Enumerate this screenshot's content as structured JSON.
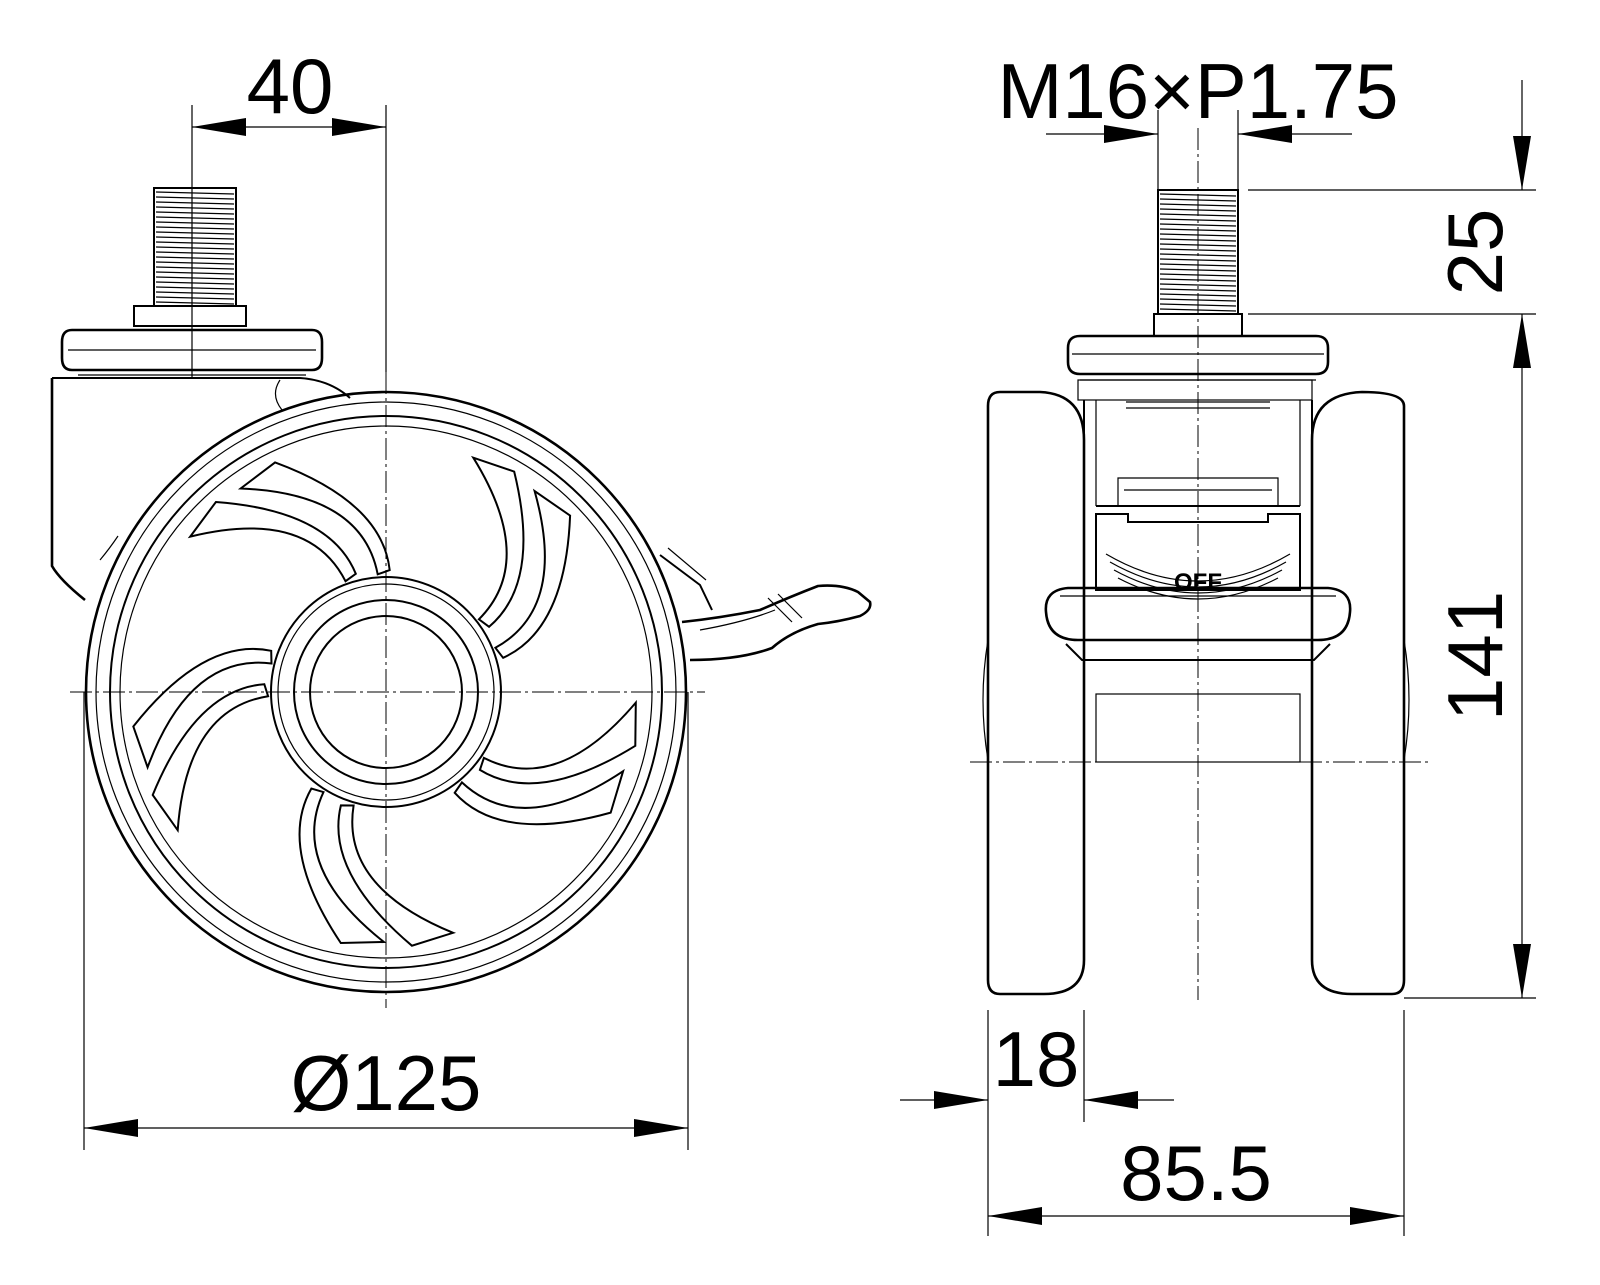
{
  "drawing": {
    "side_view": {
      "stem_offset_label": "40",
      "wheel_diameter_label": "Ø125"
    },
    "front_view": {
      "thread_label": "M16×P1.75",
      "stem_length_label": "25",
      "total_height_label": "141",
      "wheel_width_label": "18",
      "overall_width_label": "85.5",
      "brake_text": "OFF"
    }
  }
}
